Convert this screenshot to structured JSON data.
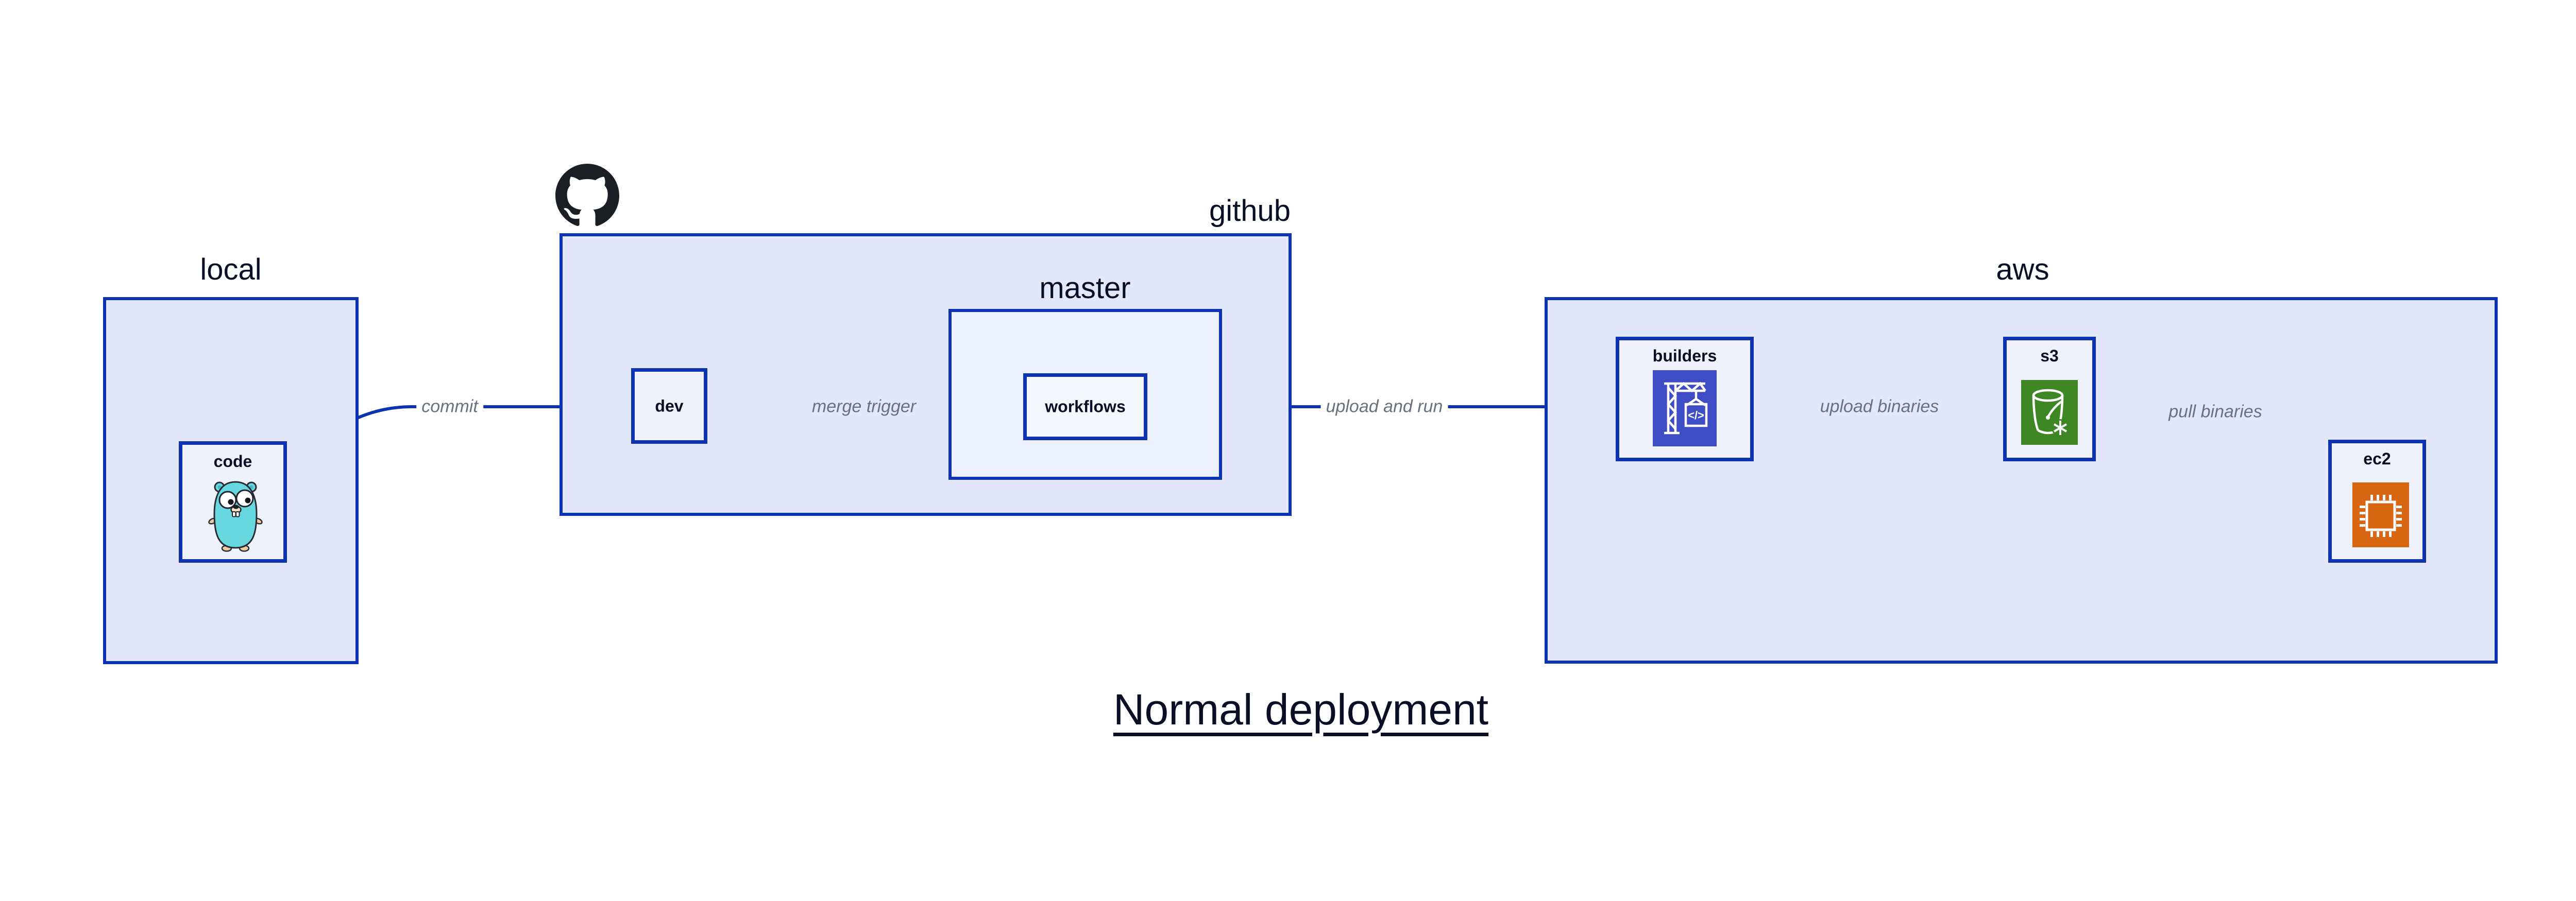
{
  "title": "Normal deployment",
  "containers": {
    "local": {
      "label": "local"
    },
    "github": {
      "label": "github"
    },
    "master": {
      "label": "master"
    },
    "aws": {
      "label": "aws"
    }
  },
  "nodes": {
    "code": {
      "label": "code"
    },
    "dev": {
      "label": "dev"
    },
    "workflows": {
      "label": "workflows"
    },
    "builders": {
      "label": "builders"
    },
    "s3": {
      "label": "s3"
    },
    "ec2": {
      "label": "ec2"
    }
  },
  "edges": {
    "commit": {
      "label": "commit"
    },
    "merge_trigger": {
      "label": "merge trigger"
    },
    "upload_and_run": {
      "label": "upload and run"
    },
    "upload_binaries": {
      "label": "upload binaries"
    },
    "pull_binaries": {
      "label": "pull binaries"
    }
  },
  "icons": {
    "octocat": "github-octocat-logo",
    "gopher": "go-gopher-mascot",
    "builders": "codebuild-crane-icon",
    "s3": "s3-bucket-icon",
    "ec2": "ec2-chip-icon"
  },
  "colors": {
    "stroke_blue": "#0D32B2",
    "container_fill": "#E2E8FA",
    "nested_fill": "#ECF0FC",
    "node_fill": "#EFF2FD",
    "text_navy": "#0A0F25",
    "edge_label_gray": "#6B707E",
    "builders_icon_bg": "#3E4DC5",
    "s3_icon_bg": "#3F8624",
    "ec2_icon_bg": "#D86613",
    "gopher_body": "#67D7E0",
    "octocat_black": "#1B1F23"
  }
}
